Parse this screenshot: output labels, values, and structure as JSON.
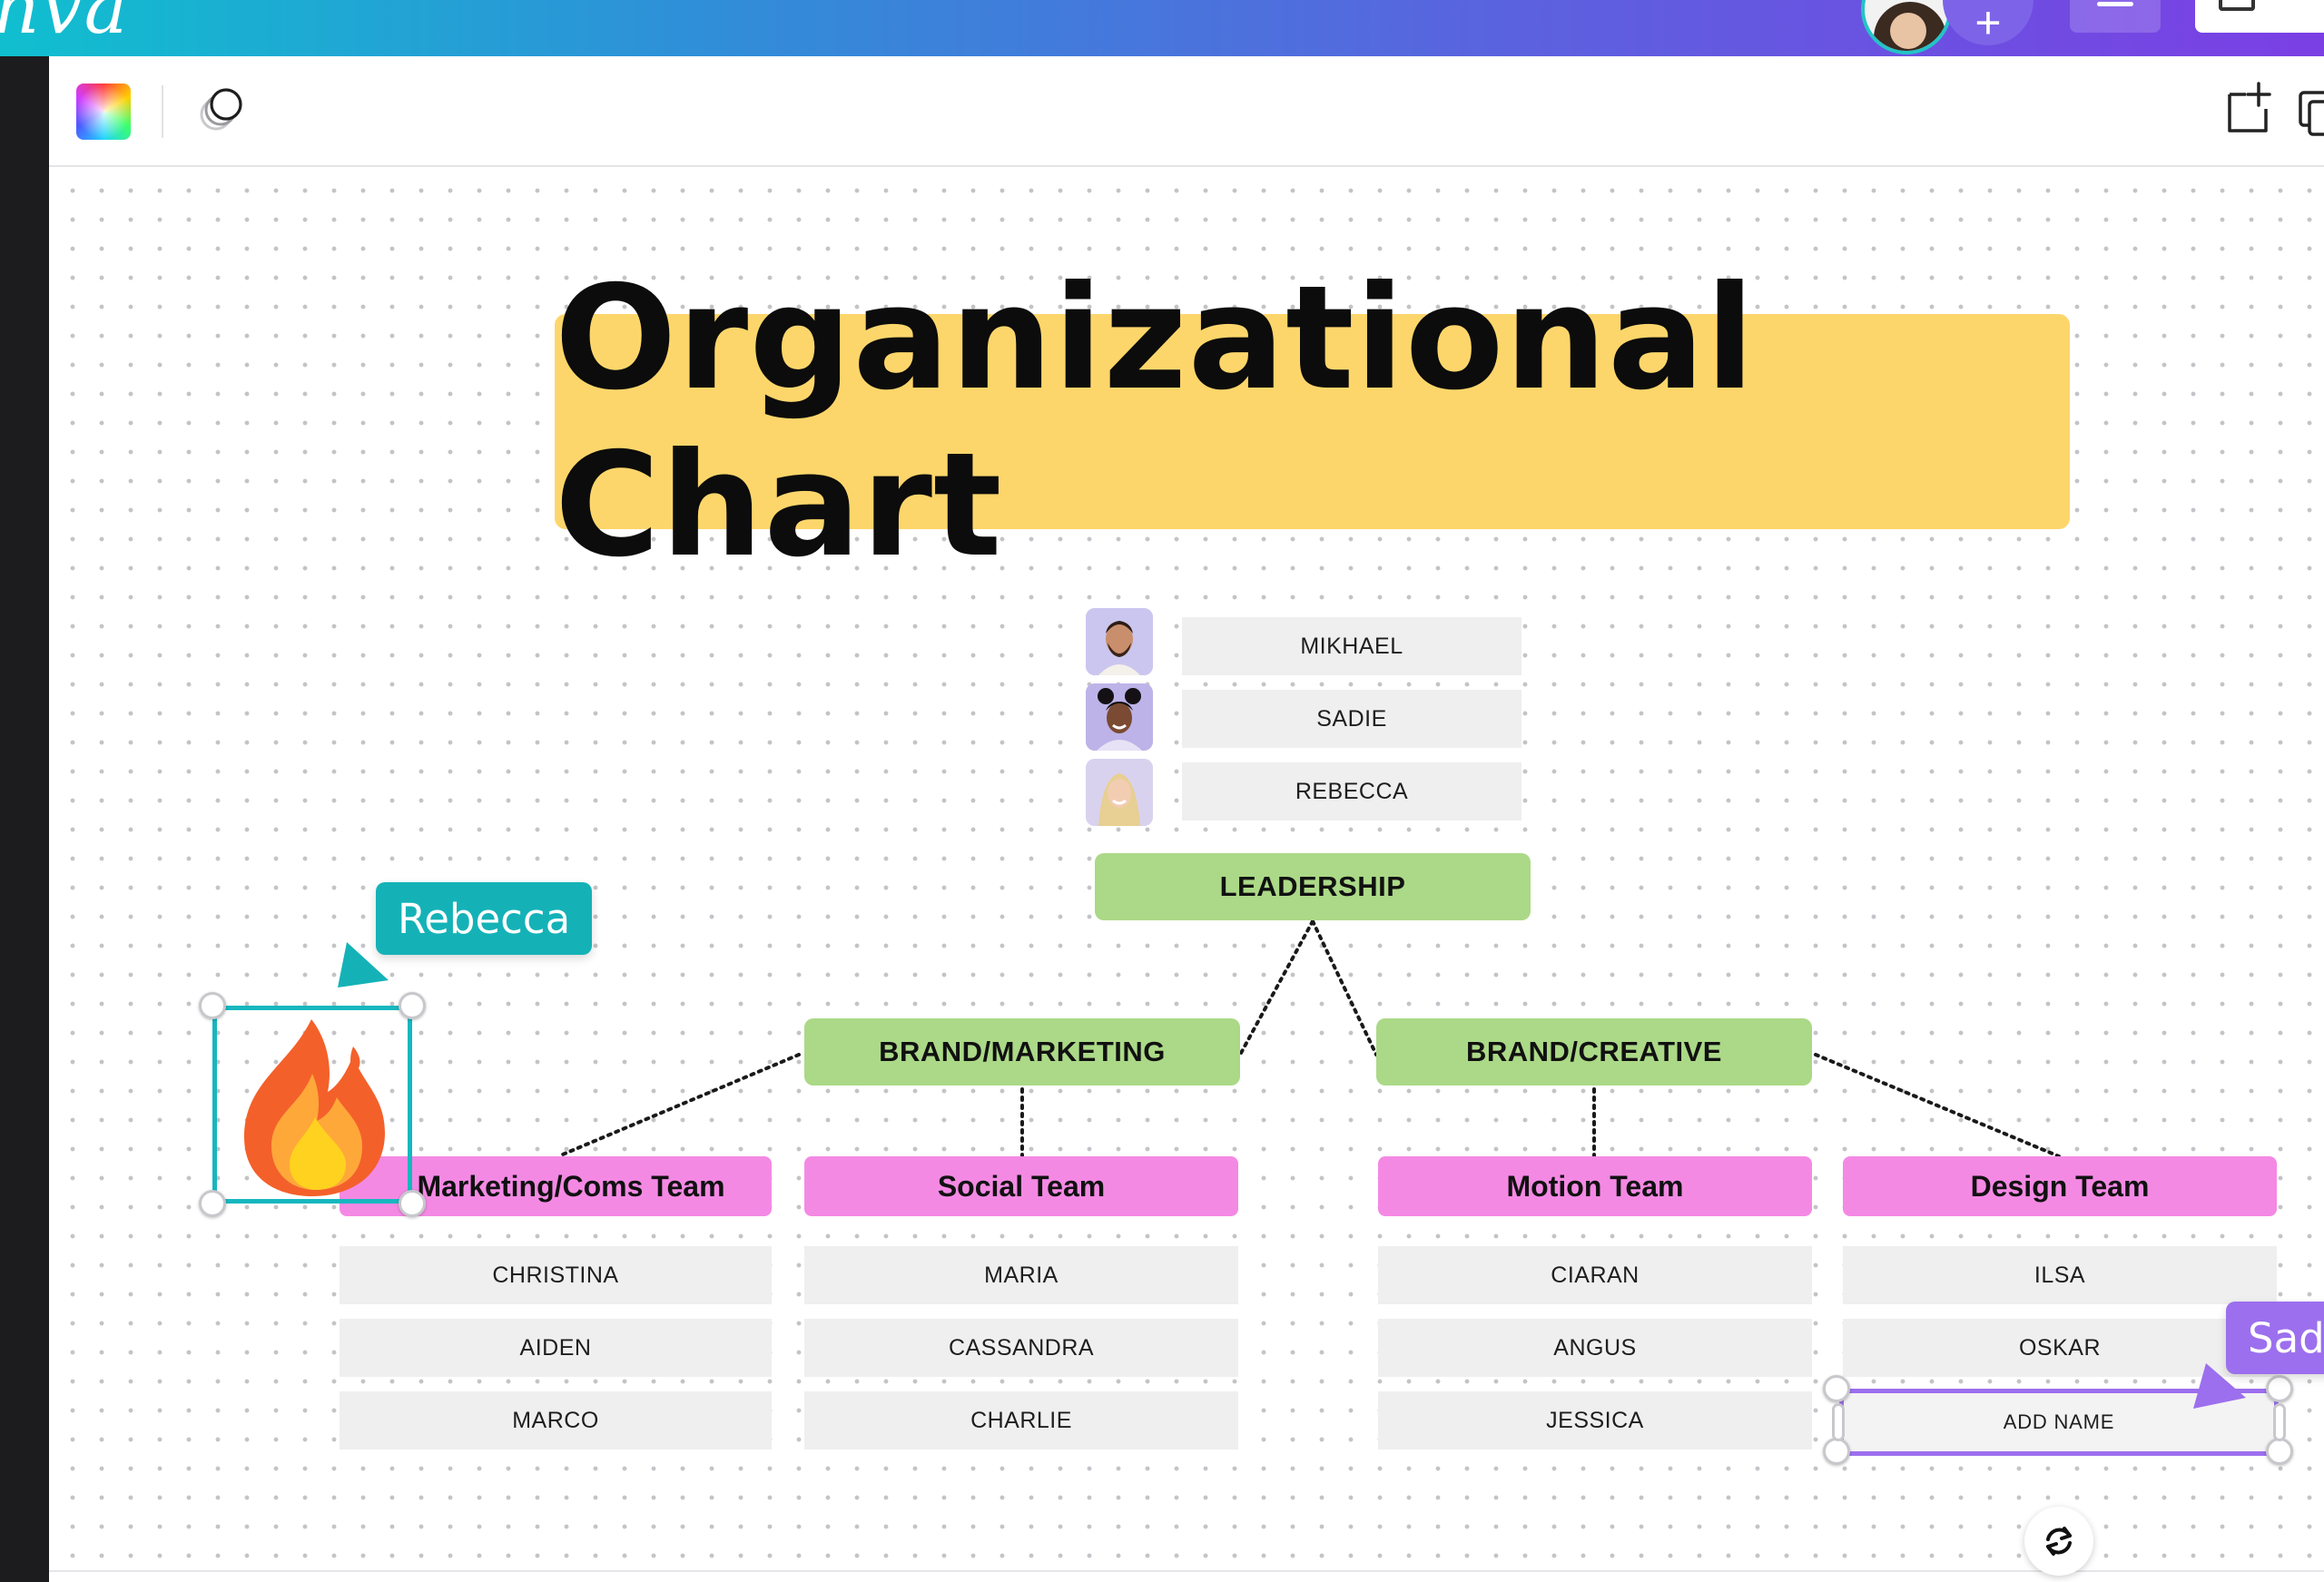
{
  "app": {
    "brand": "nva"
  },
  "title": "Organizational Chart",
  "leadership": {
    "members": [
      "MIKHAEL",
      "SADIE",
      "REBECCA"
    ],
    "label": "LEADERSHIP"
  },
  "departments": [
    {
      "label": "BRAND/MARKETING"
    },
    {
      "label": "BRAND/CREATIVE"
    }
  ],
  "teams": [
    {
      "label": "Marketing/Coms Team",
      "members": [
        "CHRISTINA",
        "AIDEN",
        "MARCO"
      ]
    },
    {
      "label": "Social Team",
      "members": [
        "MARIA",
        "CASSANDRA",
        "CHARLIE"
      ]
    },
    {
      "label": "Motion Team",
      "members": [
        "CIARAN",
        "ANGUS",
        "JESSICA"
      ]
    },
    {
      "label": "Design Team",
      "members": [
        "ILSA",
        "OSKAR"
      ],
      "add_name": "ADD NAME"
    }
  ],
  "collaborators": {
    "rebecca": {
      "label": "Rebecca",
      "color": "#14b2b7"
    },
    "sadie": {
      "label": "Sad",
      "color": "#9c6fee"
    }
  },
  "colors": {
    "title_bg": "#fdd66b",
    "green": "#abd987",
    "pink": "#f489e4",
    "cell": "#efefef"
  },
  "icons": [
    "color-picker-icon",
    "transparency-icon",
    "add-page-icon",
    "duplicate-page-icon",
    "fire-sticker",
    "rotate-icon",
    "menu-icon"
  ]
}
